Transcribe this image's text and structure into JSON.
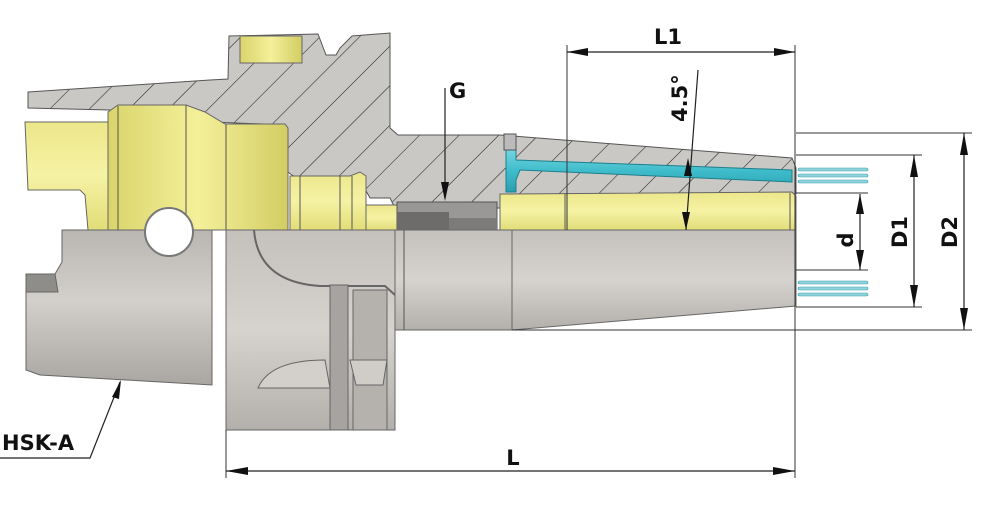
{
  "diagram": {
    "title": "HSK-A shrink fit chuck cross-section",
    "labels": {
      "L1": "L1",
      "L": "L",
      "G": "G",
      "angle": "4.5°",
      "d": "d",
      "D1": "D1",
      "D2": "D2",
      "interface": "HSK-A"
    },
    "colors": {
      "section_hatch": "#c9c7c4",
      "body_steel": "#bdbab6",
      "bore_yellow": "#eeea8c",
      "coolant_channel": "#3fbccb",
      "dimension_line": "#222222"
    }
  }
}
